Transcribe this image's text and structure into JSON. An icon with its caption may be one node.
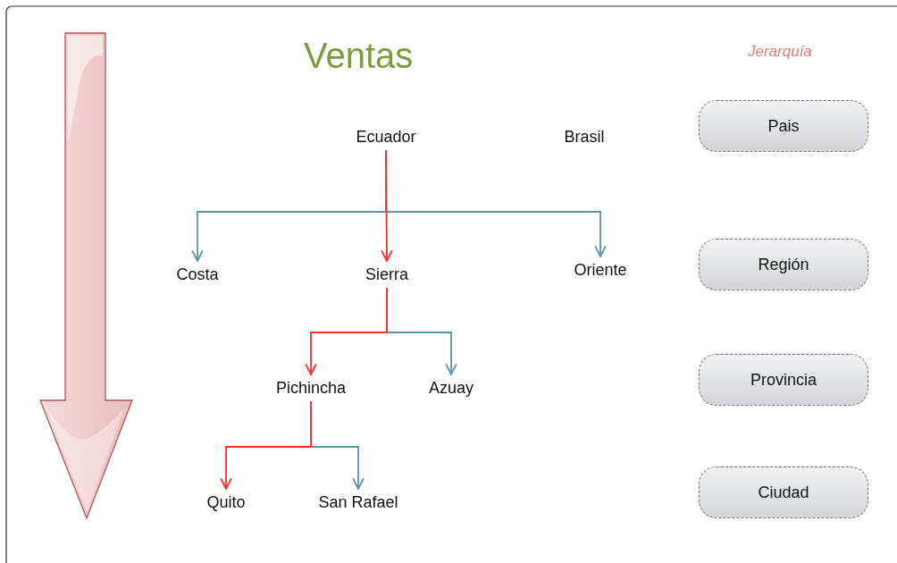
{
  "diagram": {
    "title": "Ventas",
    "nodes": [
      {
        "text": [
          "Ecuador"
        ]
      },
      {
        "text": [
          "Brasil"
        ]
      },
      {
        "text": [
          "Costa"
        ]
      },
      {
        "text": [
          "Sierra"
        ]
      },
      {
        "text": [
          "Oriente"
        ]
      },
      {
        "text": [
          "Pichincha"
        ]
      },
      {
        "text": [
          "Azuay"
        ]
      },
      {
        "text": [
          "Quito"
        ]
      },
      {
        "text": [
          "San Rafael"
        ]
      },
      {
        "text": [
          "Pais"
        ]
      },
      {
        "text": [
          "Región"
        ]
      },
      {
        "text": [
          "Provincia"
        ]
      },
      {
        "text": [
          "Ciudad"
        ]
      }
    ],
    "edges": [
      {
        "from": 0,
        "to": 2,
        "arrow": "to"
      },
      {
        "from": 0,
        "to": 4,
        "arrow": "to"
      },
      {
        "from": 0,
        "to": 3,
        "arrow": "to",
        "color": "#ff2a2a"
      },
      {
        "from": 3,
        "to": 6,
        "arrow": "to"
      },
      {
        "from": 3,
        "to": 5,
        "arrow": "to",
        "color": "#ff2a2a"
      },
      {
        "from": 5,
        "to": 8,
        "arrow": "to"
      },
      {
        "from": 5,
        "to": 7,
        "arrow": "to",
        "color": "#ff2a2a"
      }
    ],
    "labels": [
      "Jerarquía"
    ]
  }
}
